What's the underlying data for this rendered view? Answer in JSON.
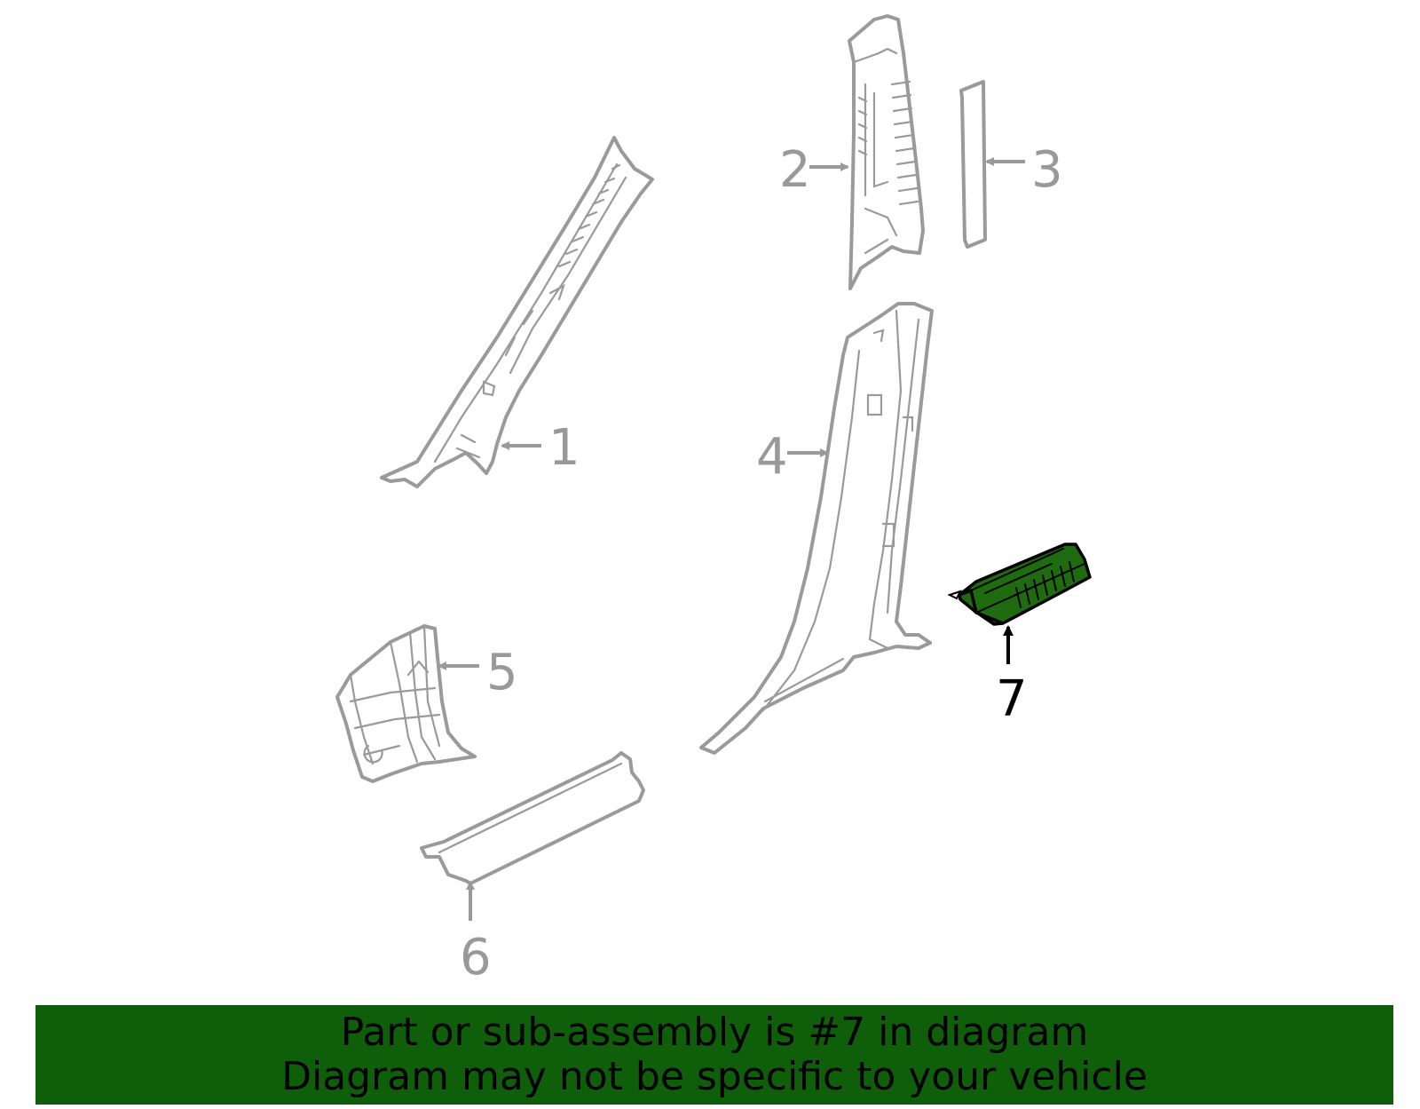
{
  "diagram": {
    "callouts": [
      "1",
      "2",
      "3",
      "4",
      "5",
      "6",
      "7"
    ],
    "highlighted_callout": "7",
    "colors": {
      "part_outline": "#9a9a9a",
      "callout_text": "#999999",
      "highlight_fill": "#1f6b0f",
      "highlight_outline": "#000000",
      "banner_background": "#0f5e0a"
    }
  },
  "banner": {
    "line1": "Part or sub-assembly is #7 in diagram",
    "line2": "Diagram may not be specific to your vehicle"
  }
}
